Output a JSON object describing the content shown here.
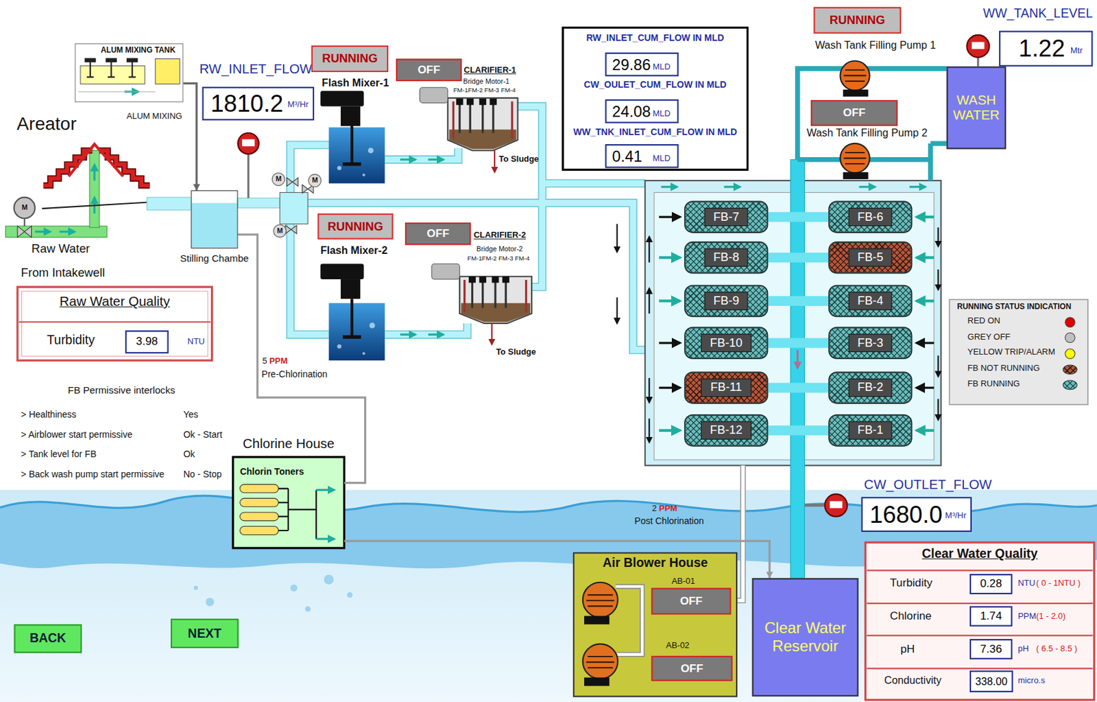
{
  "diagram": {
    "nodes": [
      {
        "text": [
          "ALUM MIXING TANK"
        ]
      },
      {
        "text": [
          "RW_INLET_FLOW",
          "1810.2",
          "M³/Hr"
        ]
      },
      {
        "text": [
          "RUNNING"
        ]
      },
      {
        "text": [
          "OFF"
        ]
      },
      {
        "text": [
          "RW_INLET_CUM_FLOW IN MLD",
          "CW_OULET_CUM_FLOW IN MLD",
          "WW_TNK_INLET_CUM_FLOW IN MLD"
        ]
      },
      {
        "text": [
          "29.86",
          "MLD"
        ],
        "in": 4
      },
      {
        "text": [
          "24.08",
          "MLD"
        ],
        "in": 4
      },
      {
        "text": [
          "0.41",
          "MLD"
        ],
        "in": 4
      },
      {
        "text": [
          "RUNNING"
        ]
      },
      {
        "text": [
          "WW_TANK_LEVEL",
          "1.22",
          "Mtr"
        ]
      },
      {
        "text": [
          "OFF"
        ]
      },
      {
        "text": [
          "WASH WATER"
        ]
      },
      {
        "text": [
          "RUNNING"
        ]
      },
      {
        "text": [
          "OFF"
        ]
      },
      {
        "text": [
          "Stilling Chambe"
        ]
      },
      {
        "text": [
          "Raw Water Quality",
          "Turbidity",
          "NTU"
        ]
      },
      {
        "text": [
          "3.98"
        ],
        "in": 15
      },
      {
        "text": [
          "FB-7"
        ]
      },
      {
        "text": [
          "FB-6"
        ]
      },
      {
        "text": [
          "FB-8"
        ]
      },
      {
        "text": [
          "FB-5"
        ]
      },
      {
        "text": [
          "FB-9"
        ]
      },
      {
        "text": [
          "FB-4"
        ]
      },
      {
        "text": [
          "FB-10"
        ]
      },
      {
        "text": [
          "FB-3"
        ]
      },
      {
        "text": [
          "FB-11"
        ]
      },
      {
        "text": [
          "FB-2"
        ]
      },
      {
        "text": [
          "FB-12"
        ]
      },
      {
        "text": [
          "FB-1"
        ]
      },
      {
        "text": [
          "Chlorine House",
          "Chlorin Toners"
        ]
      },
      {
        "text": [
          "CW_OUTLET_FLOW",
          "1680.0",
          "M³/Hr"
        ]
      },
      {
        "text": [
          "Air Blower House",
          "AB-01",
          "AB-02"
        ]
      },
      {
        "text": [
          "OFF"
        ],
        "in": 31
      },
      {
        "text": [
          "OFF"
        ],
        "in": 31
      },
      {
        "text": [
          "Clear Water Reservoir"
        ]
      },
      {
        "text": [
          "Clear Water Quality",
          "Turbidity",
          "NTU",
          "( 0 - 1NTU )",
          "Chlorine",
          "PPM",
          "(1 - 2.0)",
          "pH",
          "pH",
          "( 6.5 - 8.5 )",
          "Conductivity",
          "micro.s"
        ]
      },
      {
        "text": [
          "0.28"
        ],
        "in": 35
      },
      {
        "text": [
          "1.74"
        ],
        "in": 35
      },
      {
        "text": [
          "7.36"
        ],
        "in": 35
      },
      {
        "text": [
          "338.00"
        ],
        "in": 35
      },
      {
        "text": [
          "BACK"
        ]
      },
      {
        "text": [
          "NEXT"
        ]
      }
    ],
    "edges": [
      {
        "from": 0,
        "to": 14,
        "arrow": "to"
      },
      {
        "from": 29,
        "to": 14,
        "arrow": "none"
      },
      {
        "from": 29,
        "to": 34,
        "arrow": "to"
      }
    ],
    "labels": [
      "Areator",
      "Raw Water",
      "From Intakewell",
      "ALUM MIXING",
      "Flash Mixer-1",
      "CLARIFIER-1",
      "Bridge Motor-1",
      "FM-1FM-2 FM-3 FM-4",
      "To Sludge",
      "Flash Mixer-2",
      "CLARIFIER-2",
      "Bridge Motor-2",
      "FM-1FM-2 FM-3 FM-4",
      "To Sludge",
      "5",
      "PPM",
      "Pre-Chlorination",
      "Wash Tank Filling Pump 1",
      "Wash Tank Filling Pump 2",
      "FB Permissive interlocks",
      "> Healthiness",
      "Yes",
      "> Airblower start permissive",
      "Ok - Start",
      "> Tank level for FB",
      "Ok",
      "> Back wash pump start permissive",
      "No - Stop",
      "RUNNING STATUS INDICATION",
      "2",
      "PPM",
      "Post Chlorination",
      "M",
      "M",
      "M",
      "M"
    ],
    "legend": [
      {
        "text": "RED ON",
        "color": "#e00000"
      },
      {
        "text": "GREY OFF",
        "color": "#c0c0c0"
      },
      {
        "text": "YELLOW TRIP/ALARM",
        "color": "#ffff00"
      },
      {
        "text": "FB NOT RUNNING"
      },
      {
        "text": "FB RUNNING"
      }
    ]
  }
}
